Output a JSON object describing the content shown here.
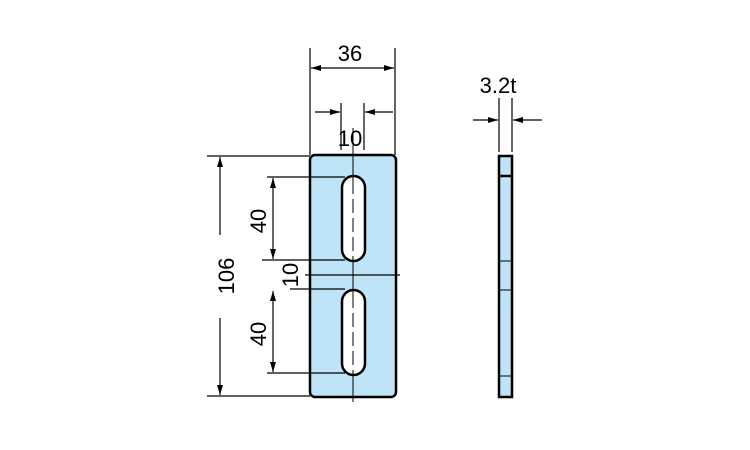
{
  "dimensions": {
    "width": "36",
    "slot_width": "10",
    "length": "106",
    "slot_length_upper": "40",
    "slot_gap": "10",
    "slot_length_lower": "40",
    "thickness": "3.2t"
  },
  "colors": {
    "plate_fill": "#bfe3f7",
    "line": "#000000"
  }
}
